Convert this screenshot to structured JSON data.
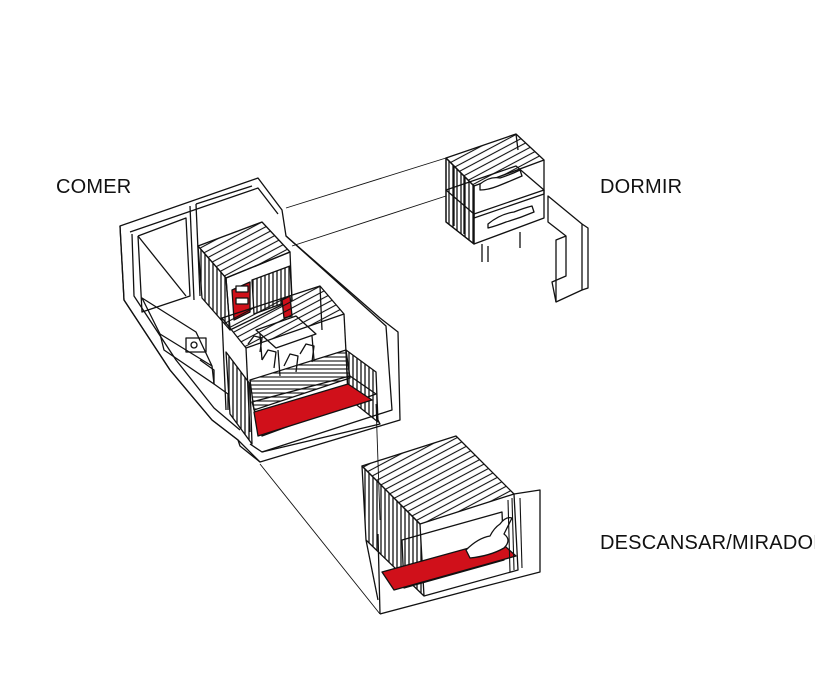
{
  "labels": {
    "comer": "COMER",
    "dormir": "DORMIR",
    "descansar": "DESCANSAR/MIRADOR"
  },
  "colors": {
    "line": "#111111",
    "accent": "#d0101a",
    "background": "#ffffff"
  }
}
